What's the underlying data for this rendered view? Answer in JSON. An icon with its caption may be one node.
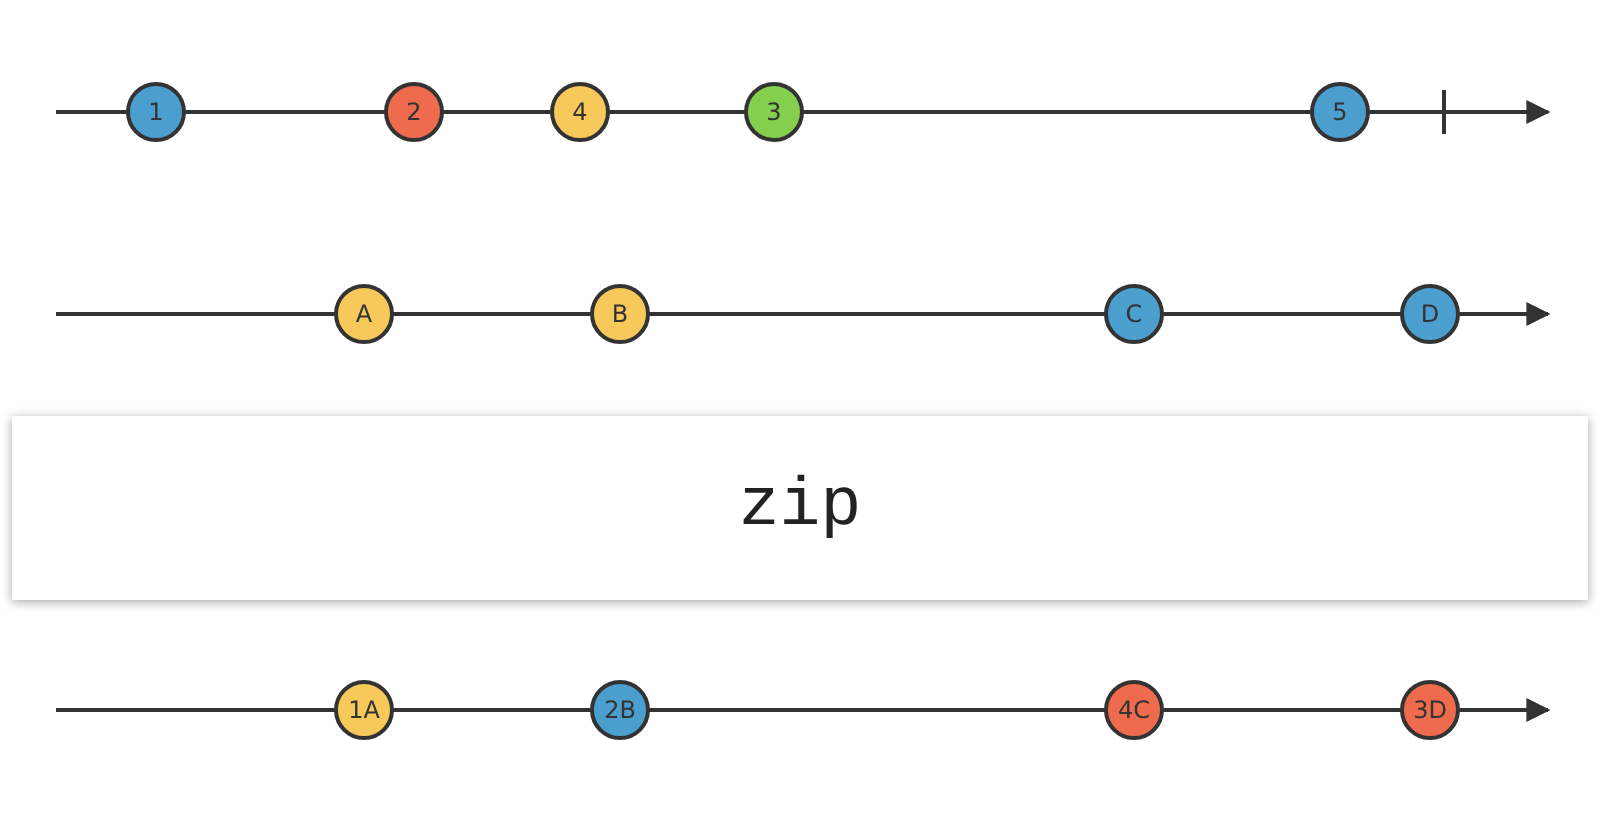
{
  "diagram": {
    "nodes": [
      {
        "text": [
          "1"
        ]
      },
      {
        "text": [
          "2"
        ]
      },
      {
        "text": [
          "4"
        ]
      },
      {
        "text": [
          "3"
        ]
      },
      {
        "text": [
          "5"
        ]
      },
      {
        "text": [
          "A"
        ]
      },
      {
        "text": [
          "B"
        ]
      },
      {
        "text": [
          "C"
        ]
      },
      {
        "text": [
          "D"
        ]
      },
      {
        "text": [
          "zip"
        ]
      },
      {
        "text": [
          "1A"
        ]
      },
      {
        "text": [
          "2B"
        ]
      },
      {
        "text": [
          "4C"
        ]
      },
      {
        "text": [
          "3D"
        ]
      }
    ]
  }
}
